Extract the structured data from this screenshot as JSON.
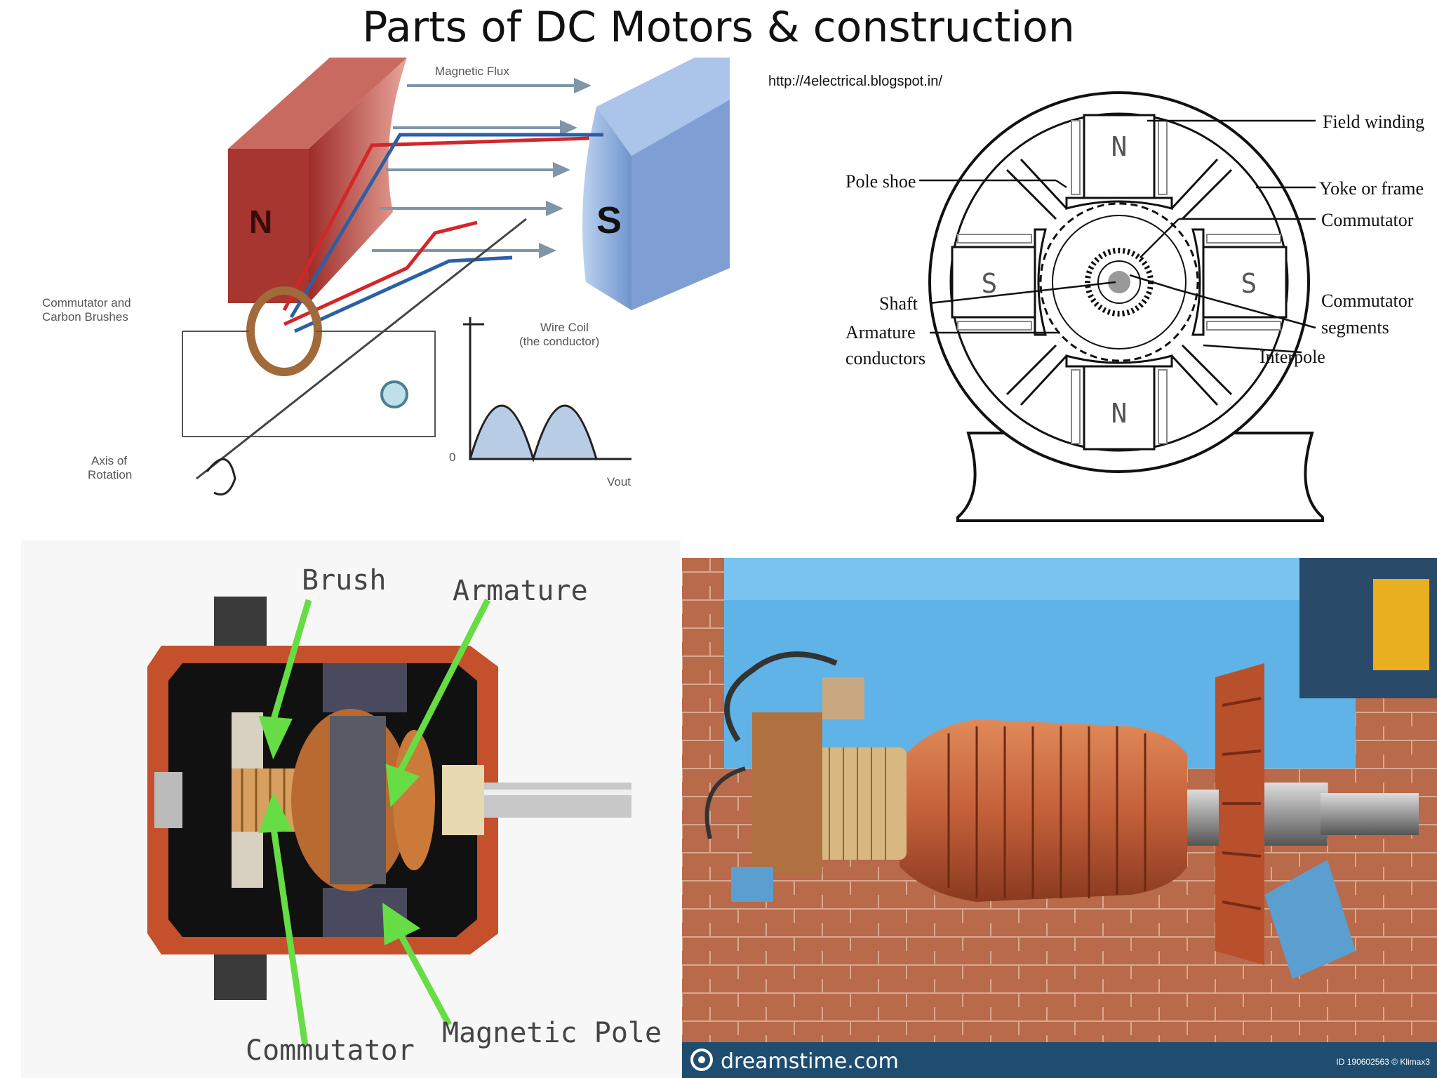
{
  "title": "Parts of DC Motors & construction",
  "panel1": {
    "magnetic_flux": "Magnetic Flux",
    "north": "N",
    "south": "S",
    "commutator_brushes_line1": "Commutator and",
    "commutator_brushes_line2": "Carbon Brushes",
    "wire_coil_line1": "Wire Coil",
    "wire_coil_line2": "(the conductor)",
    "axis_line1": "Axis of",
    "axis_line2": "Rotation",
    "v_out": "Vout",
    "zero": "0"
  },
  "panel2": {
    "url": "http://4electrical.blogspot.in/",
    "pole_top": "N",
    "pole_bottom": "N",
    "pole_left": "S",
    "pole_right": "S",
    "field_winding": "Field winding",
    "yoke": "Yoke or frame",
    "commutator": "Commutator",
    "commutator_segments_line1": "Commutator",
    "commutator_segments_line2": "segments",
    "interpole": "Interpole",
    "pole_shoe": "Pole shoe",
    "shaft": "Shaft",
    "armature_line1": "Armature",
    "armature_line2": "conductors"
  },
  "panel3": {
    "brush": "Brush",
    "armature": "Armature",
    "commutator": "Commutator",
    "magnetic_pole": "Magnetic Pole"
  },
  "panel4": {
    "brand": "dreamstime.com",
    "id_text": "ID 190602563 © Klimax3"
  },
  "colors": {
    "magnet_north": "#b5403a",
    "magnet_south": "#8fb3e0",
    "arrow_green": "#66dd44",
    "wood_floor": "#b86a4a",
    "pedestal_blue": "#5fb3e6",
    "copper": "#c5603a"
  }
}
